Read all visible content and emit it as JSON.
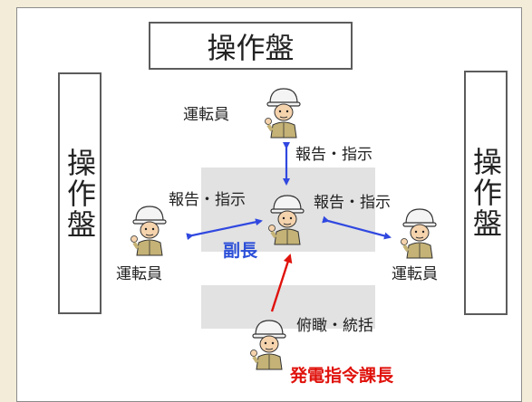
{
  "panels": {
    "top": "操作盤",
    "left": "操作盤",
    "right": "操作盤"
  },
  "labels": {
    "operator_top": "運転員",
    "operator_left": "運転員",
    "operator_right": "運転員",
    "report_instruct_top": "報告・指示",
    "report_instruct_left": "報告・指示",
    "report_instruct_right": "報告・指示",
    "overview_supervise": "俯瞰・統括"
  },
  "roles": {
    "deputy": "副長",
    "shift_manager": "発電指令課長"
  },
  "colors": {
    "deputy_text": "#2b4fd8",
    "manager_text": "#e0120c",
    "blue_arrow": "#3048e0",
    "red_arrow": "#e0120c",
    "zone_fill": "#e2e2e2",
    "page_bg": "#f2ecd8"
  },
  "icons": [
    "worker-in-helmet-icon"
  ]
}
